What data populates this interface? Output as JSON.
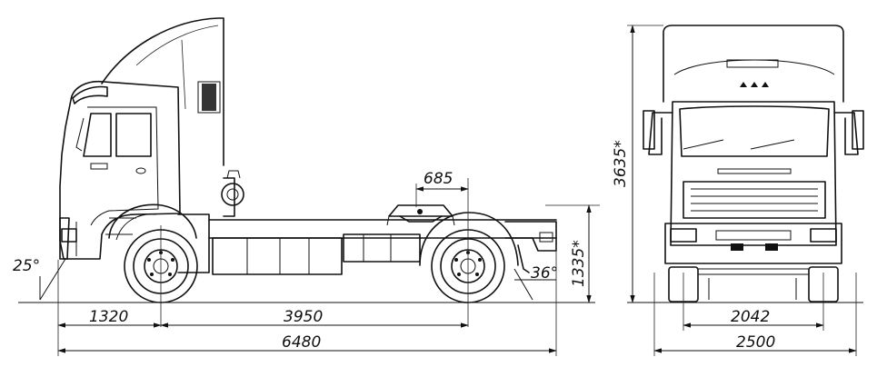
{
  "dimensions": {
    "overall_length": "6480",
    "front_overhang": "1320",
    "wheelbase": "3950",
    "fifth_wheel_offset": "685",
    "fifth_wheel_height": "1335*",
    "overall_height": "3635*",
    "track": "2042",
    "overall_width": "2500",
    "approach_angle": "25°",
    "departure_angle": "36°"
  }
}
